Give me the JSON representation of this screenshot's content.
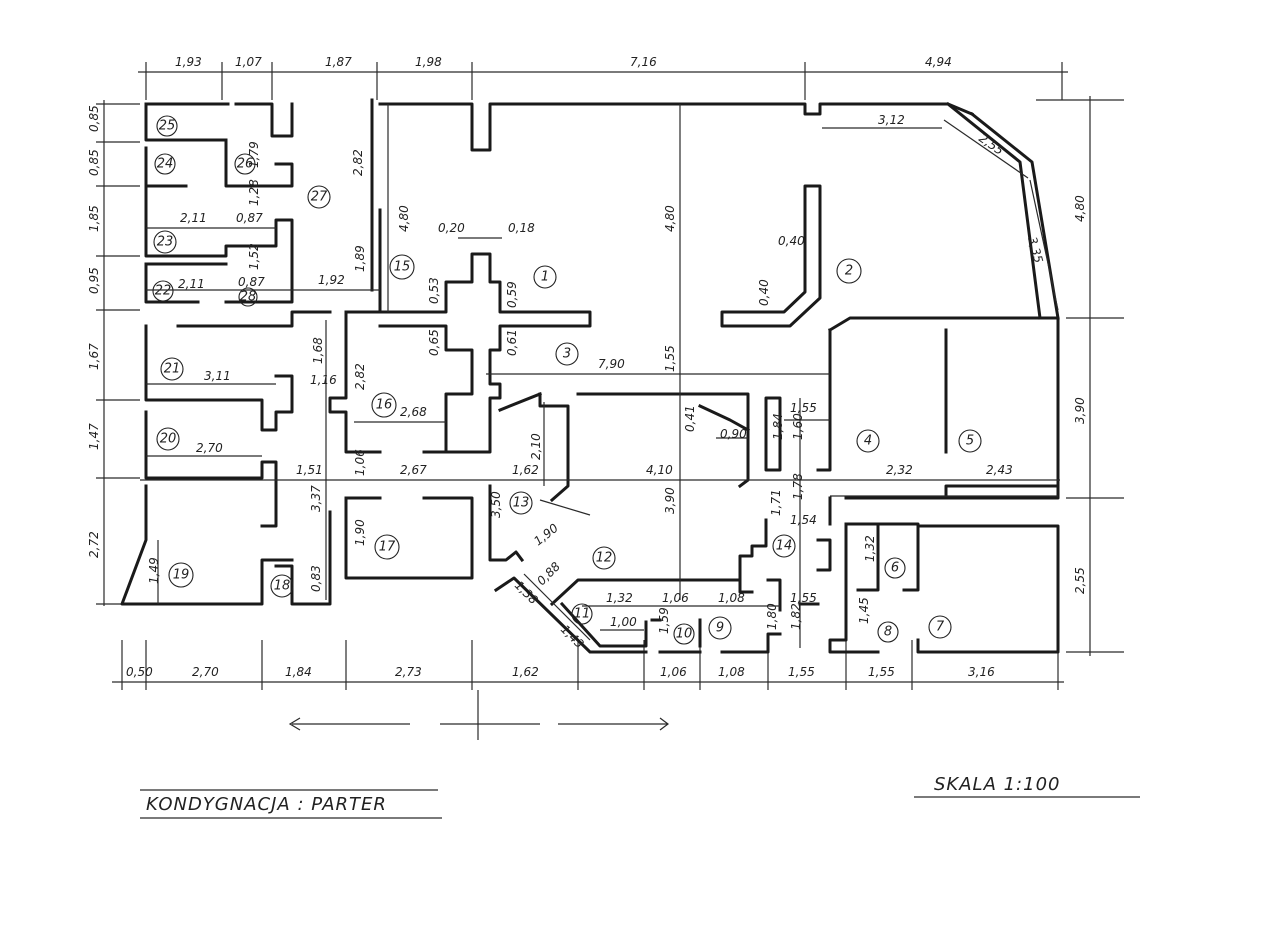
{
  "title": "KONDYGNACJA : PARTER",
  "scale": "SKALA  1:100",
  "top_dimensions": [
    "1,93",
    "1,07",
    "1,87",
    "1,98",
    "7,16",
    "4,94"
  ],
  "bottom_dimensions": [
    "0,50",
    "2,70",
    "1,84",
    "2,73",
    "1,62",
    "1,06",
    "1,08",
    "1,55",
    "1,55",
    "3,16"
  ],
  "left_dimensions": [
    "0,85",
    "0,85",
    "1,85",
    "0,95",
    "1,67",
    "1,47",
    "2,72"
  ],
  "right_dimensions": [
    "4,80",
    "3,90",
    "2,55"
  ],
  "rooms": [
    "1",
    "2",
    "3",
    "4",
    "5",
    "6",
    "7",
    "8",
    "9",
    "10",
    "11",
    "12",
    "13",
    "14",
    "15",
    "16",
    "17",
    "18",
    "19",
    "20",
    "21",
    "22",
    "23",
    "24",
    "25",
    "26",
    "27",
    "28"
  ],
  "interior_dimensions": [
    "3,12",
    "2,55",
    "3,35",
    "4,80",
    "0,40",
    "0,40",
    "4,80",
    "2,82",
    "0,20",
    "0,18",
    "0,53",
    "0,59",
    "1,89",
    "1,92",
    "0,65",
    "0,61",
    "7,90",
    "1,55",
    "1,68",
    "2,82",
    "2,68",
    "1,16",
    "3,11",
    "2,11",
    "2,11",
    "0,87",
    "0,87",
    "1,79",
    "1,28",
    "1,52",
    "2,70",
    "1,51",
    "1,06",
    "2,67",
    "1,62",
    "2,10",
    "4,10",
    "3,90",
    "0,41",
    "0,90",
    "1,84",
    "1,55",
    "1,60",
    "1,78",
    "2,32",
    "2,43",
    "3,50",
    "1,90",
    "1,71",
    "1,54",
    "1,32",
    "3,37",
    "1,90",
    "1,49",
    "0,83",
    "0,88",
    "1,38",
    "1,32",
    "1,06",
    "1,08",
    "1,00",
    "1,59",
    "1,80",
    "1,82",
    "1,55",
    "1,45",
    "1,43"
  ]
}
